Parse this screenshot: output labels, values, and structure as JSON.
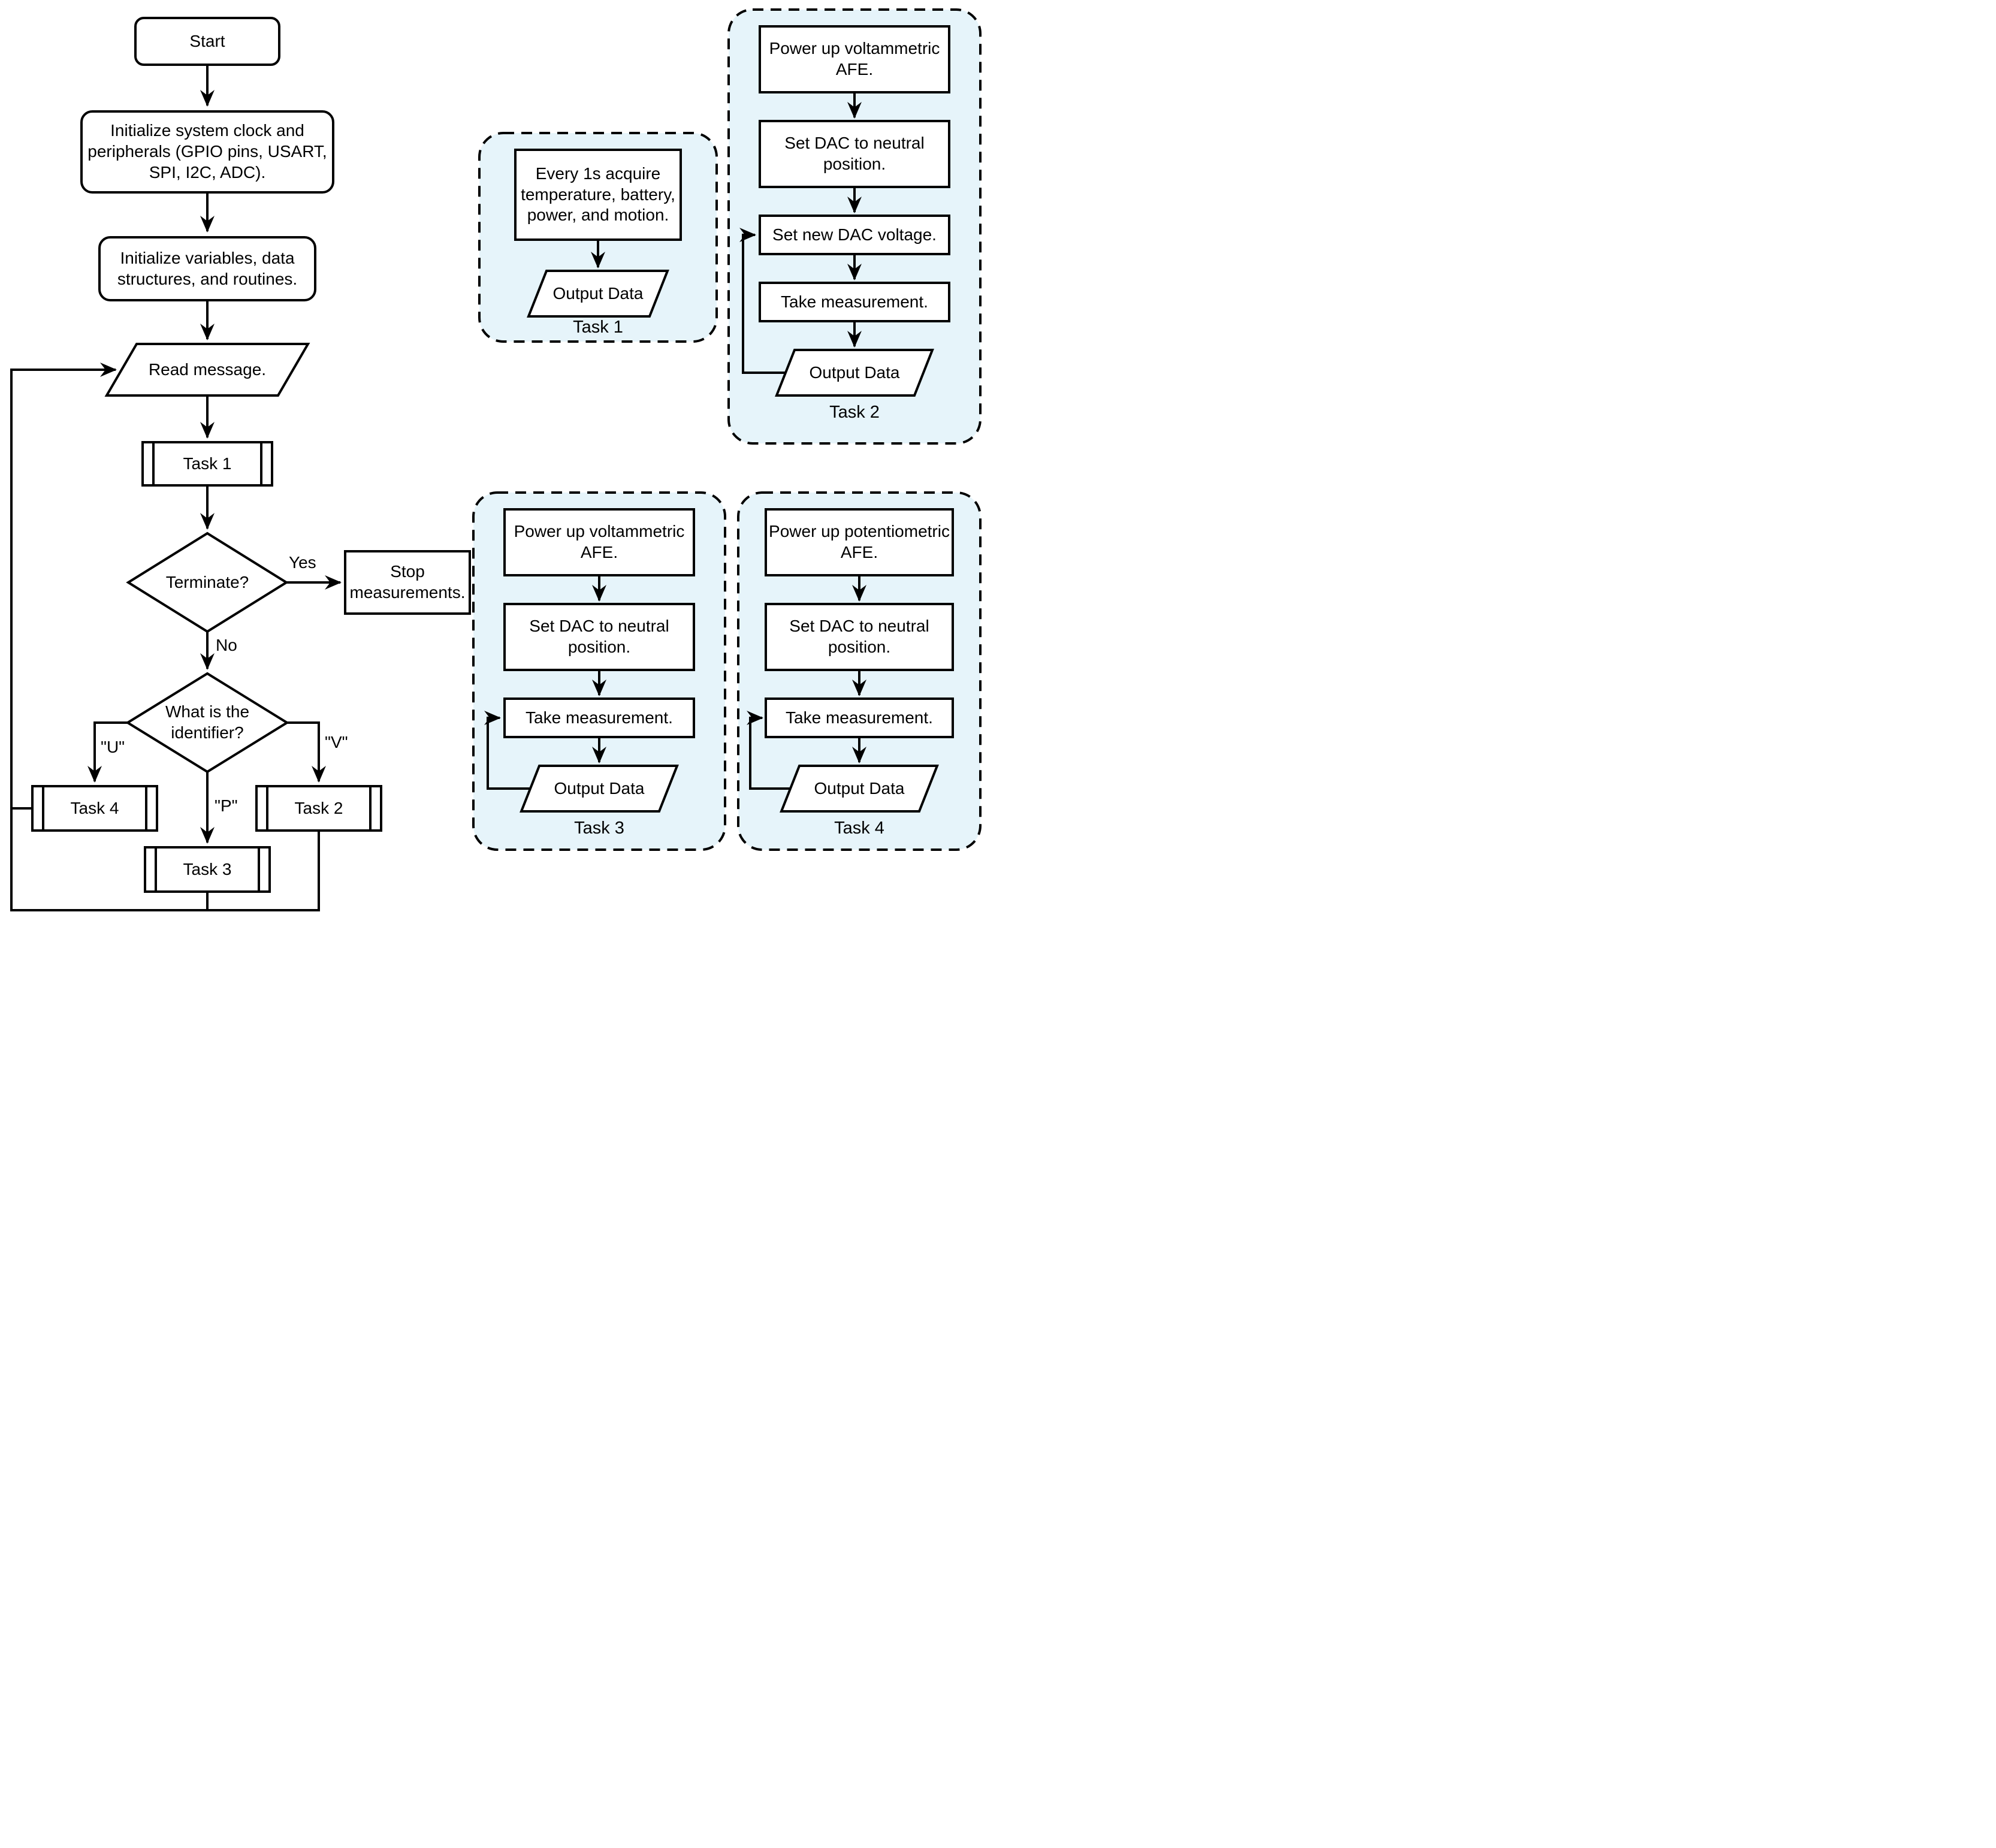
{
  "diagram": {
    "colors": {
      "panel_fill": "#e6f4fa",
      "line": "#000000",
      "node_fill": "#ffffff"
    },
    "main": {
      "start": "Start",
      "init_clock": "Initialize system clock and peripherals (GPIO pins, USART, SPI, I2C, ADC).",
      "init_vars": "Initialize variables, data structures, and routines.",
      "read_message": "Read message.",
      "task1_call": "Task 1",
      "terminate_q": "Terminate?",
      "yes": "Yes",
      "no": "No",
      "stop": "Stop measurements.",
      "identifier_q": "What is the identifier?",
      "label_u": "\"U\"",
      "label_p": "\"P\"",
      "label_v": "\"V\"",
      "task4_call": "Task 4",
      "task3_call": "Task 3",
      "task2_call": "Task 2"
    },
    "panels": {
      "task1": {
        "title": "Task 1",
        "steps": [
          "Every 1s acquire temperature, battery, power, and motion."
        ],
        "output": "Output Data"
      },
      "task2": {
        "title": "Task 2",
        "steps": [
          "Power up voltammetric AFE.",
          "Set DAC to neutral position.",
          "Set new DAC voltage.",
          "Take measurement."
        ],
        "output": "Output Data"
      },
      "task3": {
        "title": "Task 3",
        "steps": [
          "Power up voltammetric AFE.",
          "Set DAC to neutral position.",
          "Take measurement."
        ],
        "output": "Output Data"
      },
      "task4": {
        "title": "Task 4",
        "steps": [
          "Power up potentiometric AFE.",
          "Set DAC to neutral position.",
          "Take measurement."
        ],
        "output": "Output Data"
      }
    }
  }
}
